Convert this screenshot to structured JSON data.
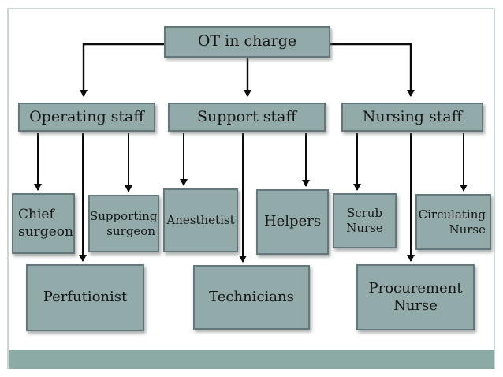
{
  "diagram": {
    "type": "org-hierarchy",
    "root": {
      "label": "OT in charge",
      "children": [
        {
          "label": "Operating staff",
          "children": [
            {
              "label": "Chief surgeon"
            },
            {
              "label": "Supporting surgeon"
            },
            {
              "label": "Perfutionist"
            }
          ]
        },
        {
          "label": "Support staff",
          "children": [
            {
              "label": "Anesthetist"
            },
            {
              "label": "Helpers"
            },
            {
              "label": "Technicians"
            }
          ]
        },
        {
          "label": "Nursing staff",
          "children": [
            {
              "label": "Scrub Nurse"
            },
            {
              "label": "Circulating Nurse"
            },
            {
              "label": "Procurement Nurse"
            }
          ]
        }
      ]
    },
    "colors": {
      "node_fill": "#92aaaa",
      "node_border": "#64777b",
      "connector": "#0b0b0b",
      "accent_bar": "#8caba6",
      "frame_border": "#ccd7d4",
      "background": "#ffffff"
    }
  }
}
